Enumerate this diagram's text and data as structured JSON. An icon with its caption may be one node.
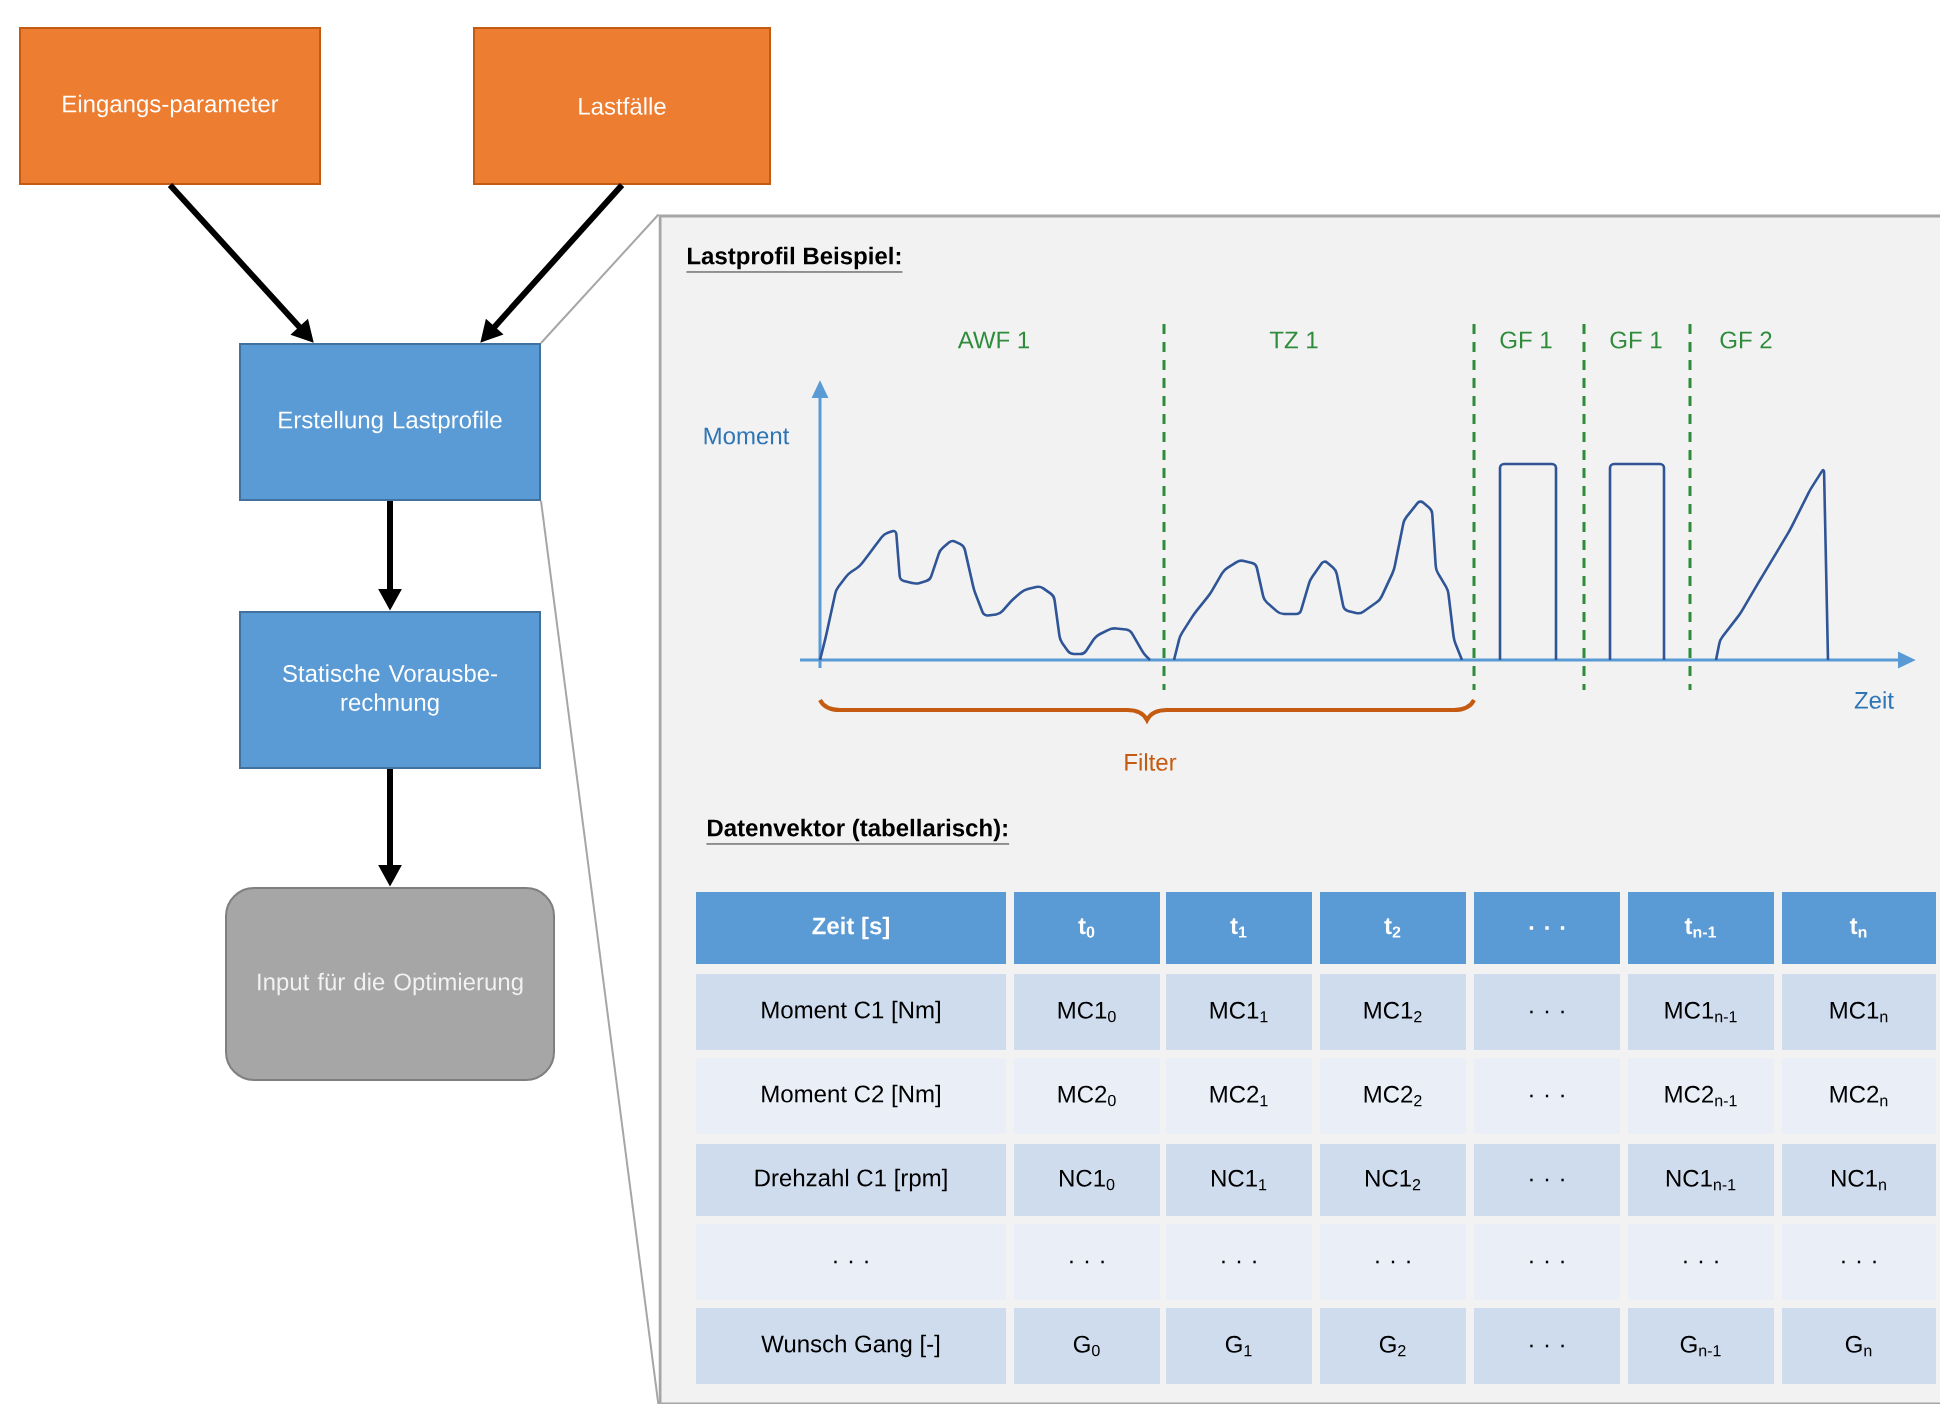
{
  "diagram": {
    "nodes": [
      {
        "text": [
          "Eingangs-parameter"
        ]
      },
      {
        "text": [
          "Lastfälle"
        ]
      },
      {
        "text": [
          "Erstellung Lastprofile"
        ]
      },
      {
        "text": [
          "Statische Vorausbe-rechnung"
        ]
      },
      {
        "text": [
          "Input für die Optimierung"
        ]
      },
      {
        "text": [
          "Lastprofil Beispiel:",
          "Datenvektor (tabellarisch):"
        ]
      }
    ],
    "edges": [
      {
        "from": 0,
        "to": 2,
        "arrow": "to"
      },
      {
        "from": 1,
        "to": 2,
        "arrow": "to"
      },
      {
        "from": 2,
        "to": 3,
        "arrow": "to"
      },
      {
        "from": 3,
        "to": 4,
        "arrow": "to"
      },
      {
        "from": 2,
        "to": 5,
        "arrow": "none",
        "color": "#a6a6a6"
      },
      {
        "from": 2,
        "to": 5,
        "arrow": "none",
        "color": "#a6a6a6"
      }
    ],
    "labels": [
      "AWF 1",
      "TZ 1",
      "GF 1",
      "GF 1",
      "GF 2",
      "Moment",
      "Zeit",
      "Filter",
      "Zeit [s]",
      "t$_{0}$",
      "t$_{1}$",
      "t$_{2}$",
      ". . .",
      "t$_{n-1}$",
      "t$_{n}$",
      "Moment C1 [Nm]",
      "MC1$_{0}$",
      "MC1$_{1}$",
      "MC1$_{2}$",
      ". . .",
      "MC1$_{n-1}$",
      "MC1$_{n}$",
      "Moment C2 [Nm]",
      "MC2$_{0}$",
      "MC2$_{1}$",
      "MC2$_{2}$",
      ". . .",
      "MC2$_{n-1}$",
      "MC2$_{n}$",
      "Drehzahl C1 [rpm]",
      "NC1$_{0}$",
      "NC1$_{1}$",
      "NC1$_{2}$",
      ". . .",
      "NC1$_{n-1}$",
      "NC1$_{n}$",
      ". . .",
      ". . .",
      ". . .",
      ". . .",
      ". . .",
      ". . .",
      ". . .",
      "Wunsch Gang [-]",
      "G$_{0}$",
      "G$_{1}$",
      "G$_{2}$",
      ". . .",
      "G$_{n-1}$",
      "G$_{n}$"
    ]
  }
}
